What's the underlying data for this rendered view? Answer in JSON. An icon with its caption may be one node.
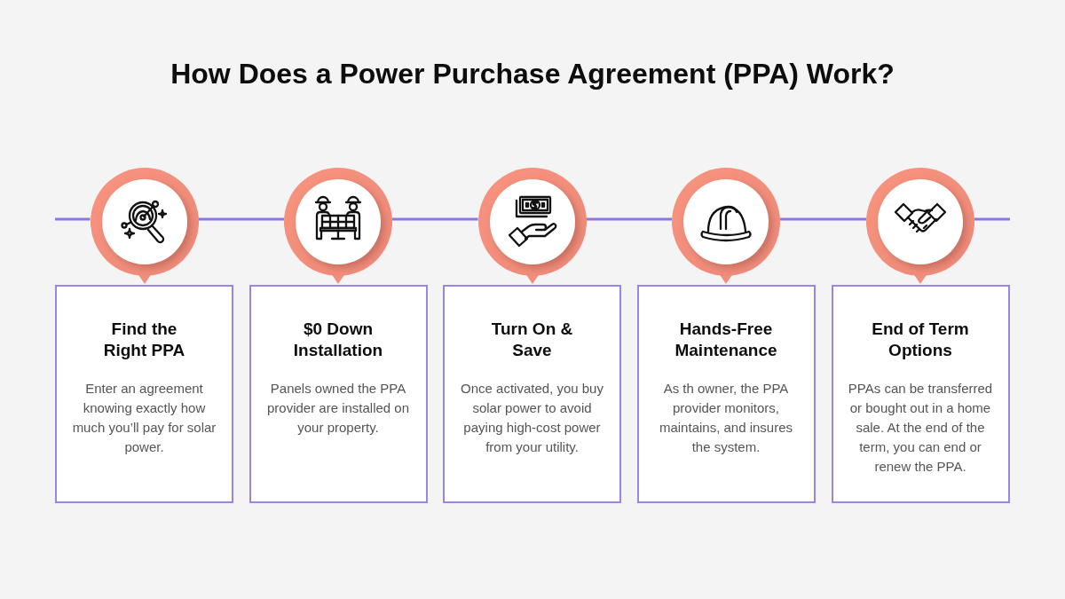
{
  "diagram": {
    "title": "How Does a Power Purchase Agreement (PPA) Work?",
    "nodes": [
      {
        "text": [],
        "shape": "circle"
      },
      {
        "text": [],
        "shape": "circle"
      },
      {
        "text": [],
        "shape": "circle"
      },
      {
        "text": [],
        "shape": "circle"
      },
      {
        "text": [],
        "shape": "circle"
      },
      {
        "text": [
          "Find the Right PPA",
          "Enter an agreement knowing exactly how much you’ll pay for solar power."
        ]
      },
      {
        "text": [
          "$0 Down Installation",
          "Panels owned the PPA provider are installed on your property."
        ]
      },
      {
        "text": [
          "Turn On & Save",
          "Once activated, you buy solar power to avoid paying high-cost power from your utility."
        ]
      },
      {
        "text": [
          "Hands-Free Maintenance",
          "As th owner, the PPA provider monitors, maintains, and insures the system."
        ]
      },
      {
        "text": [
          "End of Term Options",
          "PPAs can be transferred or bought out in a home sale. At the end of the term, you can end or renew the PPA."
        ]
      }
    ],
    "edges": [
      {
        "from": null,
        "to": 0,
        "arrow": "none"
      },
      {
        "from": 0,
        "to": 1,
        "arrow": "none"
      },
      {
        "from": 1,
        "to": 2,
        "arrow": "none"
      },
      {
        "from": 2,
        "to": 3,
        "arrow": "none"
      },
      {
        "from": 3,
        "to": 4,
        "arrow": "none"
      },
      {
        "from": 4,
        "to": null,
        "arrow": "none"
      }
    ]
  }
}
